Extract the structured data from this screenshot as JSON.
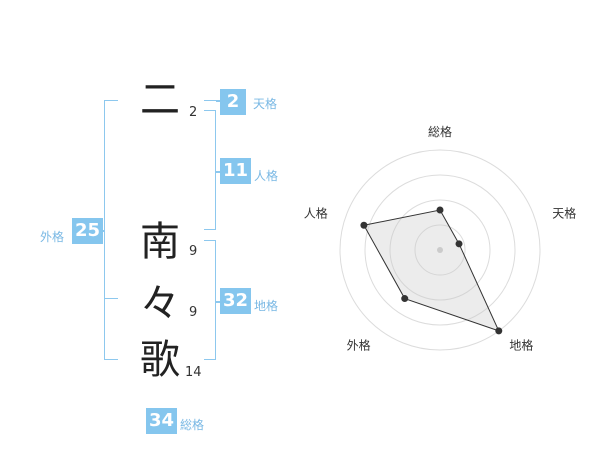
{
  "name_chars": [
    {
      "char": "二",
      "strokes": "2"
    },
    {
      "char": "南",
      "strokes": "9"
    },
    {
      "char": "々",
      "strokes": "9"
    },
    {
      "char": "歌",
      "strokes": "14"
    }
  ],
  "kaku": {
    "tenkaku": {
      "value": "2",
      "label": "天格"
    },
    "jinkaku": {
      "value": "11",
      "label": "人格"
    },
    "chikaku": {
      "value": "32",
      "label": "地格"
    },
    "gaikaku": {
      "value": "25",
      "label": "外格"
    },
    "soukaku": {
      "value": "34",
      "label": "総格"
    }
  },
  "colors": {
    "accent": "#85c6ee",
    "label": "#79b8e4",
    "line": "#8dc8ee"
  },
  "chart_data": {
    "type": "radar",
    "axes": [
      "総格",
      "天格",
      "地格",
      "外格",
      "人格"
    ],
    "series": [
      {
        "values": [
          2,
          1,
          5,
          3,
          4
        ]
      }
    ],
    "rmax": 5,
    "rings": 4
  }
}
